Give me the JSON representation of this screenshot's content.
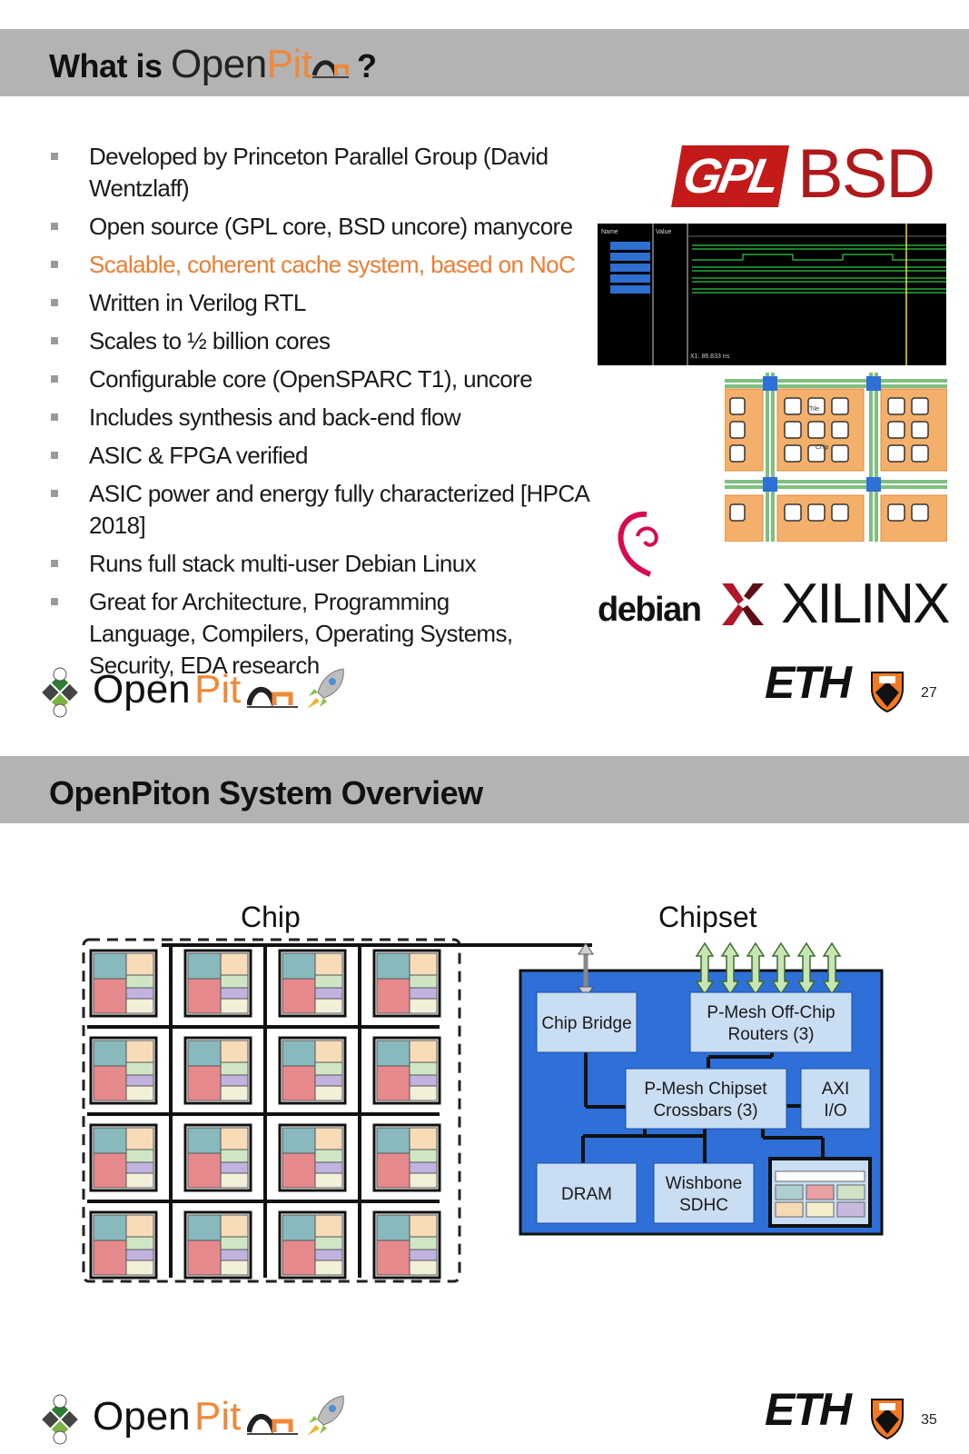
{
  "slide1": {
    "title": {
      "prefix": "What is",
      "logo_open": "Open",
      "logo_pit": "Pit",
      "suffix": "?"
    },
    "bullets": [
      {
        "text": "Developed by Princeton Parallel Group (David Wentzlaff)",
        "highlight": false
      },
      {
        "text": "Open source (GPL core, BSD uncore) manycore",
        "highlight": false
      },
      {
        "text": "Scalable, coherent cache system, based on NoC",
        "highlight": true
      },
      {
        "text": "Written in Verilog RTL",
        "highlight": false
      },
      {
        "text": "Scales to ½ billion cores",
        "highlight": false
      },
      {
        "text": "Configurable core (OpenSPARC T1), uncore",
        "highlight": false
      },
      {
        "text": "Includes synthesis and back-end flow",
        "highlight": false
      },
      {
        "text": "ASIC & FPGA verified",
        "highlight": false
      },
      {
        "text": "ASIC power and energy fully characterized [HPCA 2018]",
        "highlight": false
      },
      {
        "text": "Runs full stack multi-user Debian Linux",
        "highlight": false
      },
      {
        "text": "Great for Architecture, Programming Language, Compilers, Operating Systems, Security, EDA research",
        "highlight": false
      }
    ],
    "logos": {
      "gpl": "GPL",
      "bsd": "BSD",
      "debian": "debian",
      "xilinx": "XILINX"
    },
    "waveform": {
      "headers": [
        "Name",
        "Value"
      ],
      "cursor_readout": "X1: 86.833 ns"
    },
    "mesh": {
      "tile_label": "Tile",
      "chip_label": "Chip"
    },
    "footer": {
      "logo_open": "Open",
      "logo_pit": "Pit",
      "eth": "ETH",
      "page": "27"
    }
  },
  "slide2": {
    "title": "OpenPiton System Overview",
    "chip_label": "Chip",
    "chipset_label": "Chipset",
    "blocks": {
      "chip_bridge": "Chip Bridge",
      "offchip_line1": "P-Mesh Off-Chip",
      "offchip_line2": "Routers (3)",
      "crossbar_line1": "P-Mesh Chipset",
      "crossbar_line2": "Crossbars (3)",
      "axi_line1": "AXI",
      "axi_line2": "I/O",
      "dram": "DRAM",
      "wishbone_line1": "Wishbone",
      "wishbone_line2": "SDHC"
    },
    "footer": {
      "logo_open": "Open",
      "logo_pit": "Pit",
      "eth": "ETH",
      "page": "35"
    }
  },
  "colors": {
    "accent_orange": "#ee7c31",
    "title_bar": "#b3b3b3",
    "chipset_blue": "#2e6fd8",
    "block_fill": "#c9ddf3"
  }
}
